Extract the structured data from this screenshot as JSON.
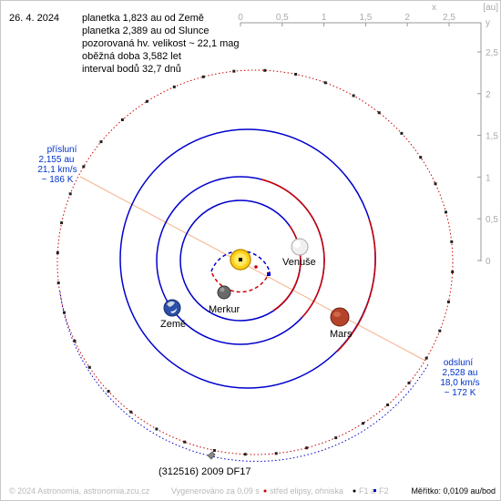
{
  "header": {
    "date": "26. 4. 2024",
    "lines": [
      "planetka 1,823 au od Země",
      "planetka 2,389 au od Slunce",
      "pozorovaná hv. velikost ~ 22,1 mag",
      "oběžná doba 3,582 let",
      "interval bodů 32,7 dnů"
    ]
  },
  "axes": {
    "unit": "[au]",
    "x_axis_letter": "x",
    "y_axis_letter": "y",
    "x_ticks": [
      "0",
      "0,5",
      "1",
      "1,5",
      "2",
      "2,5"
    ],
    "y_ticks": [
      "2,5",
      "2",
      "1,5",
      "1",
      "0,5",
      "0"
    ]
  },
  "labels": {
    "venus": "Venuše",
    "mercury": "Merkur",
    "earth": "Země",
    "mars": "Mars",
    "asteroid": "(312516) 2009 DF17"
  },
  "perihelion": [
    "přísluní",
    "2,155 au",
    "21,1 km/s",
    "~ 186 K"
  ],
  "aphelion": [
    "odsluní",
    "2,528 au",
    "18,0 km/s",
    "~ 172 K"
  ],
  "footer": {
    "copyright": "© 2024 Astronomia, astronomia.zcu.cz",
    "generated": "Vygenerováno za 0,09 s",
    "center_legend": "střed elipsy, ohniska",
    "f1": "F1 a",
    "f2": "F2",
    "scale": "Měřítko: 0,0109 au/bod"
  },
  "colors": {
    "orbit_blue": "#0000cc",
    "orbit_red": "#cc0000",
    "apsides_line": "#f5b08a",
    "axis_gray": "#999999",
    "text_blue": "#0033cc",
    "footer_gray": "#b8b8b8"
  }
}
